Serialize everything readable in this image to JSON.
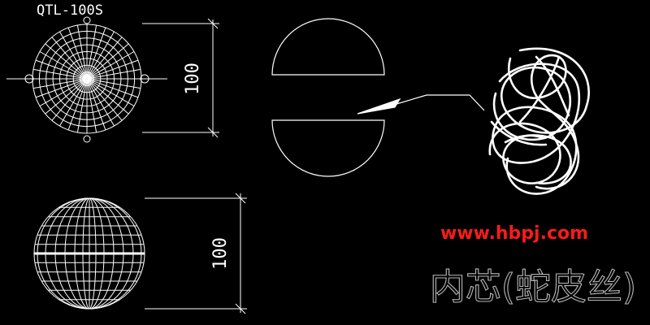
{
  "model_label": "QTL-100S",
  "dimensions": {
    "top_sphere": "100",
    "bottom_sphere": "100"
  },
  "website": "www.hbpj.com",
  "caption": "内芯(蛇皮丝)",
  "colors": {
    "background": "#000000",
    "line": "#ffffff",
    "website": "#ff1a1a",
    "caption": "#b8b8b8"
  },
  "icons": {
    "top_view": "filter-ball-top-view-icon",
    "side_view": "filter-ball-side-view-icon",
    "hemispheres": "split-hemisphere-shell-icon",
    "coil": "serpentine-wire-coil-icon",
    "arrow": "leader-arrow-icon"
  }
}
